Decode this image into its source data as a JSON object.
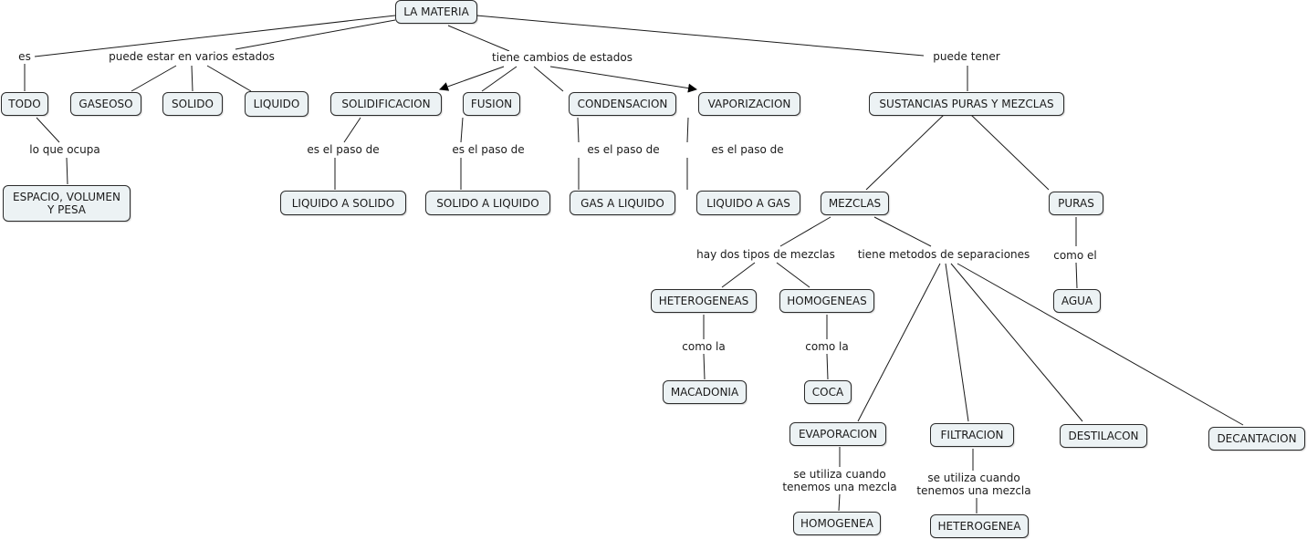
{
  "concepts": {
    "materia": "LA MATERIA",
    "todo": "TODO",
    "gaseoso": "GASEOSO",
    "solido": "SOLIDO",
    "liquido": "LIQUIDO",
    "espacio": "ESPACIO, VOLUMEN\nY PESA",
    "solidificacion": "SOLIDIFICACION",
    "fusion": "FUSION",
    "condensacion": "CONDENSACION",
    "vaporizacion": "VAPORIZACION",
    "liq_sol": "LIQUIDO A SOLIDO",
    "sol_liq": "SOLIDO A LIQUIDO",
    "gas_liq": "GAS A LIQUIDO",
    "liq_gas": "LIQUIDO A GAS",
    "sustancias": "SUSTANCIAS PURAS Y MEZCLAS",
    "mezclas": "MEZCLAS",
    "puras": "PURAS",
    "agua": "AGUA",
    "heterogeneas": "HETEROGENEAS",
    "homogeneas": "HOMOGENEAS",
    "macadonia": "MACADONIA",
    "coca": "COCA",
    "evaporacion": "EVAPORACION",
    "filtracion": "FILTRACION",
    "destilacon": "DESTILACON",
    "decantacion": "DECANTACION",
    "homogenea": "HOMOGENEA",
    "heterogenea": "HETEROGENEA"
  },
  "linking_phrases": {
    "es": "es",
    "puede_estar": "puede estar en varios estados",
    "tiene_cambios": "tiene cambios de estados",
    "puede_tener": "puede tener",
    "lo_que_ocupa": "lo que ocupa",
    "paso_1": "es el paso de",
    "paso_2": "es el paso de",
    "paso_3": "es el paso de",
    "paso_4": "es el paso de",
    "dos_tipos": "hay dos tipos de mezclas",
    "metodos": "tiene metodos de separaciones",
    "como_el": "como el",
    "como_la_1": "como la",
    "como_la_2": "como la",
    "utiliza_1": "se utiliza cuando\ntenemos una mezcla",
    "utiliza_2": "se utiliza cuando\ntenemos una mezcla"
  },
  "colors": {
    "node_fill": "#ecf2f4",
    "node_border": "#2b2b2b",
    "link_line": "#1a1a1a"
  }
}
